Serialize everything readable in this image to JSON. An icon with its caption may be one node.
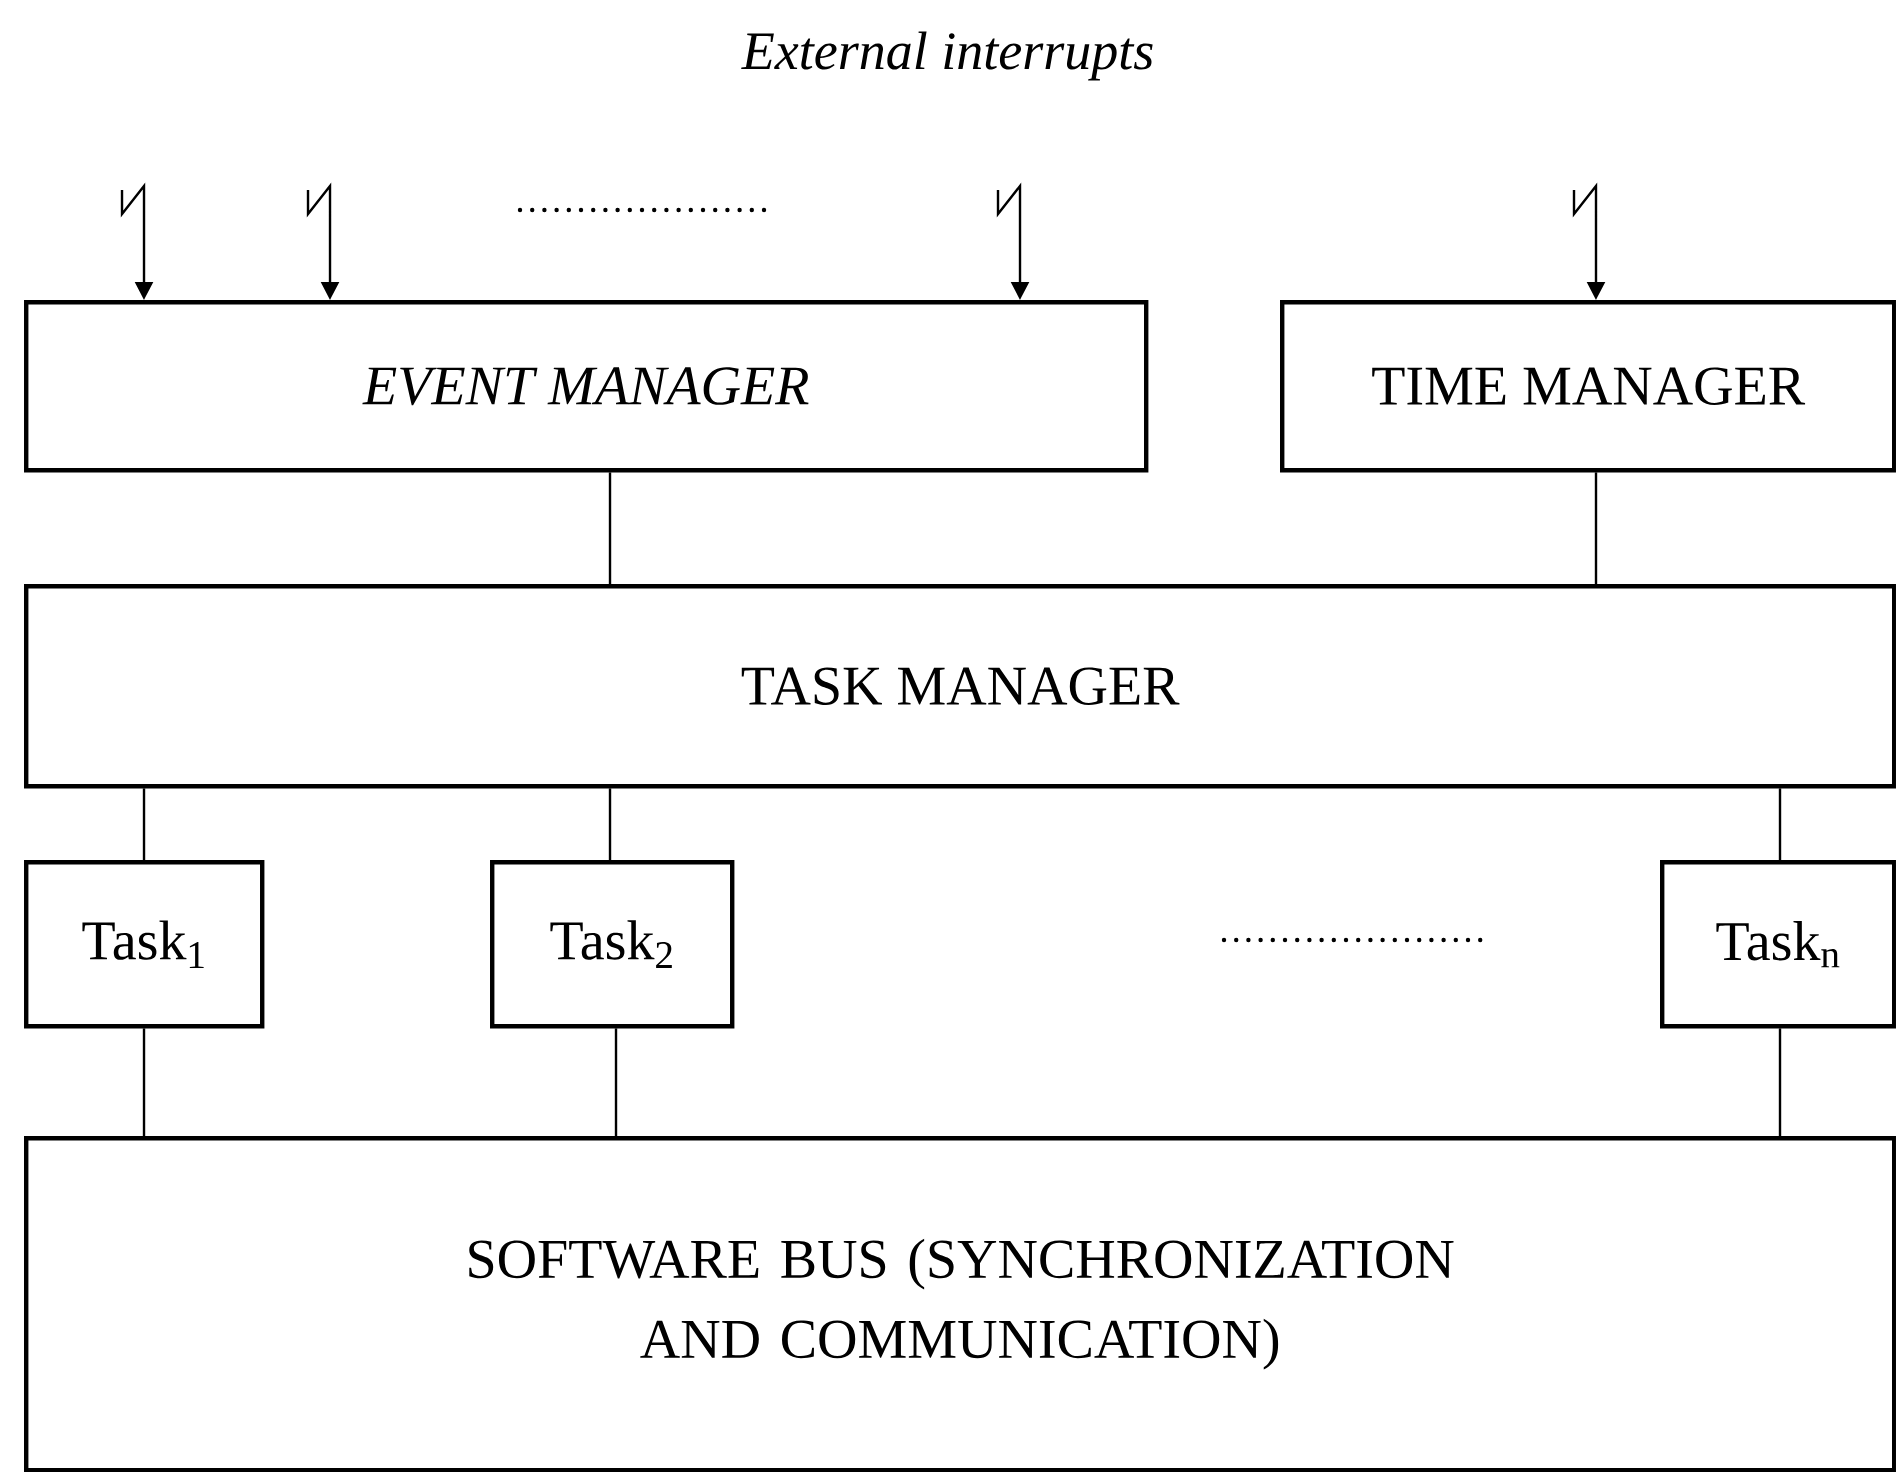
{
  "diagram": {
    "nodes": [
      {
        "text": [
          "EVENT MANAGER"
        ]
      },
      {
        "text": [
          "TIME MANAGER"
        ]
      },
      {
        "text": [
          "TASK MANAGER"
        ]
      },
      {
        "text": [
          "Task$_{1}$"
        ]
      },
      {
        "text": [
          "Task$_{2}$"
        ]
      },
      {
        "text": [
          "Task$_{n}$"
        ]
      },
      {
        "text": [
          "SOFTWARE BUS (SYNCHRONIZATION AND COMMUNICATION)"
        ]
      }
    ],
    "edges": [
      {
        "from": null,
        "to": 0,
        "arrow": "to"
      },
      {
        "from": null,
        "to": 0,
        "arrow": "to"
      },
      {
        "from": null,
        "to": 0,
        "arrow": "to"
      },
      {
        "from": null,
        "to": 1,
        "arrow": "to"
      },
      {
        "from": 0,
        "to": 2,
        "arrow": "none"
      },
      {
        "from": 1,
        "to": 2,
        "arrow": "none"
      },
      {
        "from": 2,
        "to": 3,
        "arrow": "none"
      },
      {
        "from": 2,
        "to": 4,
        "arrow": "none"
      },
      {
        "from": 2,
        "to": 5,
        "arrow": "none"
      },
      {
        "from": 3,
        "to": 6,
        "arrow": "none"
      },
      {
        "from": 4,
        "to": 6,
        "arrow": "none"
      },
      {
        "from": 5,
        "to": 6,
        "arrow": "none"
      }
    ],
    "labels": [
      "External interrupts"
    ]
  }
}
